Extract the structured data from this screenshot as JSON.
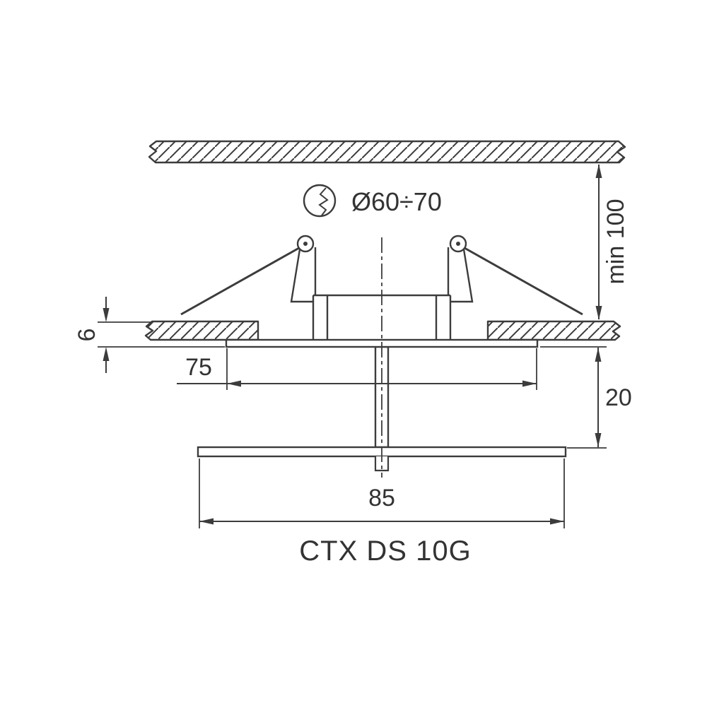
{
  "diagram": {
    "type": "technical-drawing",
    "product": "CTX DS 10G",
    "labels": {
      "cutout_diameter": "Ø60÷70",
      "min_recess_depth": "min 100",
      "flange_thickness": "6",
      "body_width": "75",
      "depth_below_ceiling": "20",
      "flange_diameter": "85"
    },
    "colors": {
      "line": "#3c3c3c",
      "text": "#333333",
      "background": "#ffffff"
    }
  }
}
